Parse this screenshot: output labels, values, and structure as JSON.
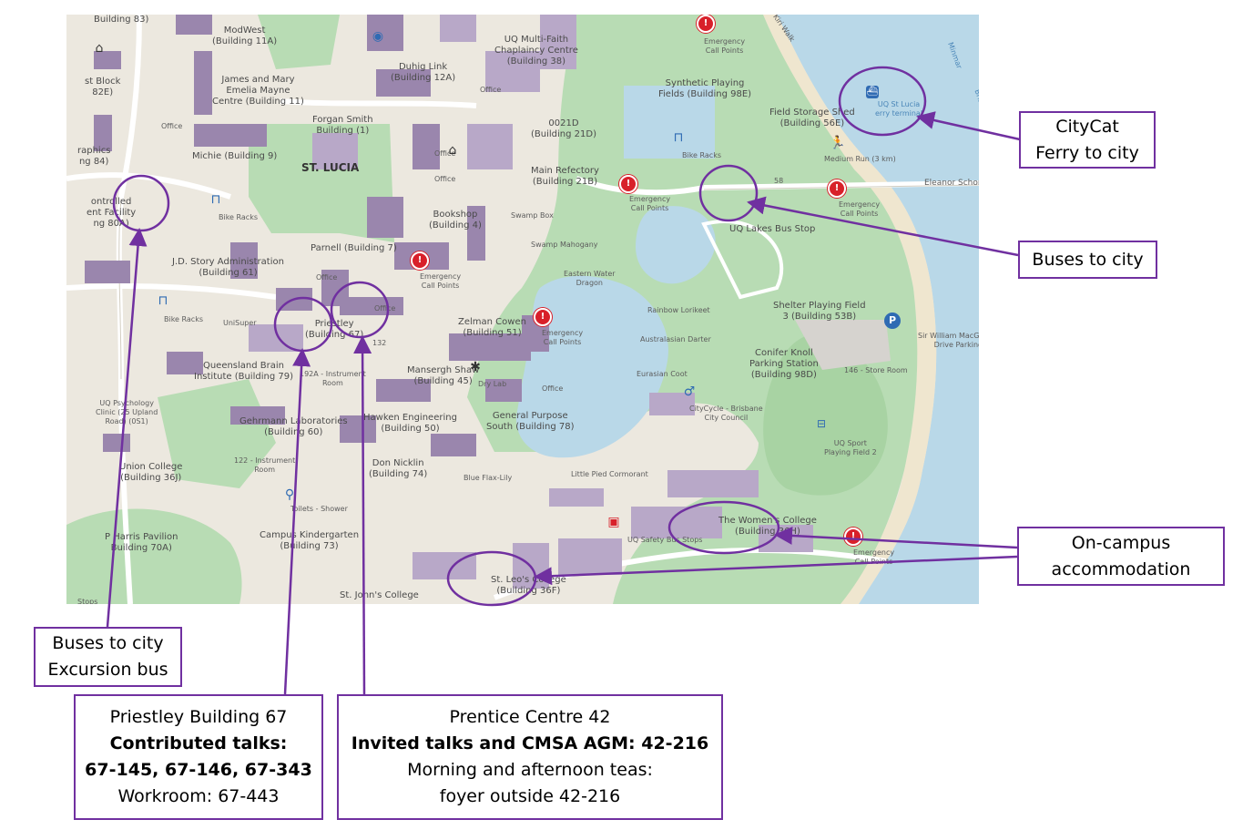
{
  "map": {
    "campus_label": "St. Lucia",
    "buildings": [
      {
        "id": "b83",
        "text": "Building 83)"
      },
      {
        "id": "modwest",
        "text": "ModWest\n(Building 11A)"
      },
      {
        "id": "faith",
        "text": "UQ Multi-Faith\nChaplaincy Centre\n(Building 38)"
      },
      {
        "id": "duhig",
        "text": "Duhig Link\n(Building 12A)"
      },
      {
        "id": "westblock",
        "text": "st Block\n 82E)"
      },
      {
        "id": "mayne",
        "text": "James and Mary\nEmelia Mayne\nCentre (Building 11)"
      },
      {
        "id": "synthetic",
        "text": "Synthetic Playing\nFields (Building 98E)"
      },
      {
        "id": "forgan",
        "text": "Forgan Smith\nBuilding (1)"
      },
      {
        "id": "b21d",
        "text": "0021D\n(Building 21D)"
      },
      {
        "id": "fieldstorage",
        "text": "Field Storage Shed\n(Building 56E)"
      },
      {
        "id": "graphics",
        "text": "raphics\nng 84)"
      },
      {
        "id": "michie",
        "text": "Michie (Building 9)"
      },
      {
        "id": "refectory",
        "text": "Main Refectory\n(Building 21B)"
      },
      {
        "id": "controlled",
        "text": "ontrolled\nent Facility\nng 80A)"
      },
      {
        "id": "bookshop",
        "text": "Bookshop\n(Building 4)"
      },
      {
        "id": "lakesbus",
        "text": "UQ Lakes Bus Stop"
      },
      {
        "id": "parnell",
        "text": "Parnell (Building 7)"
      },
      {
        "id": "jdstory",
        "text": "J.D. Story Administration\n(Building 61)"
      },
      {
        "id": "shelter",
        "text": "Shelter Playing Field\n3 (Building 53B)"
      },
      {
        "id": "priestley",
        "text": "Priestley\n(Building 67)"
      },
      {
        "id": "zelman",
        "text": "Zelman Cowen\n(Building 51)"
      },
      {
        "id": "conifer",
        "text": "Conifer Knoll\nParking Station\n(Building 98D)"
      },
      {
        "id": "qbi",
        "text": "Queensland Brain\nInstitute (Building 79)"
      },
      {
        "id": "mansergh",
        "text": "Mansergh Shaw\n(Building 45)"
      },
      {
        "id": "gehrmann",
        "text": "Gehrmann Laboratories\n(Building 60)"
      },
      {
        "id": "hawken",
        "text": "Hawken Engineering\n(Building 50)"
      },
      {
        "id": "gpsouth",
        "text": "General Purpose\nSouth (Building 78)"
      },
      {
        "id": "union",
        "text": "Union College\n(Building 36J)"
      },
      {
        "id": "donnicklin",
        "text": "Don Nicklin\n(Building 74)"
      },
      {
        "id": "womens",
        "text": "The Women's College\n(Building 36H)"
      },
      {
        "id": "harris",
        "text": "P Harris Pavilion\nBuilding 70A)"
      },
      {
        "id": "kinder",
        "text": "Campus Kindergarten\n(Building 73)"
      },
      {
        "id": "stleos",
        "text": "St. Leo's College\n(Building 36F)"
      },
      {
        "id": "stjohns",
        "text": "St. John's College"
      }
    ],
    "small_labels": [
      {
        "id": "office1",
        "text": "Office"
      },
      {
        "id": "office2",
        "text": "Office"
      },
      {
        "id": "office3",
        "text": "Office"
      },
      {
        "id": "office4",
        "text": "Office"
      },
      {
        "id": "office5",
        "text": "Office"
      },
      {
        "id": "office6",
        "text": "Office"
      },
      {
        "id": "office7",
        "text": "Office"
      },
      {
        "id": "ecp1",
        "text": "Emergency\nCall Points"
      },
      {
        "id": "ecp2",
        "text": "Emergency\nCall Points"
      },
      {
        "id": "ecp3",
        "text": "Emergency\nCall Points"
      },
      {
        "id": "ecp4",
        "text": "Emergency\nCall Points"
      },
      {
        "id": "ecp5",
        "text": "Emergency\nCall Points"
      },
      {
        "id": "ecp6",
        "text": "Emergency\nCall Points"
      },
      {
        "id": "bike1",
        "text": "Bike Racks"
      },
      {
        "id": "bike2",
        "text": "Bike Racks"
      },
      {
        "id": "bike3",
        "text": "Bike Racks"
      },
      {
        "id": "swampbox",
        "text": "Swamp Box"
      },
      {
        "id": "swampmah",
        "text": "Swamp Mahogany"
      },
      {
        "id": "dragon",
        "text": "Eastern Water\nDragon"
      },
      {
        "id": "lorikeet",
        "text": "Rainbow Lorikeet"
      },
      {
        "id": "darter",
        "text": "Australasian Darter"
      },
      {
        "id": "coot",
        "text": "Eurasian Coot"
      },
      {
        "id": "cormorant",
        "text": "Little Pied Cormorant"
      },
      {
        "id": "flaxlily",
        "text": "Blue Flax-Lily"
      },
      {
        "id": "citycycle",
        "text": "CityCycle - Brisbane\nCity Council"
      },
      {
        "id": "uqsport",
        "text": "UQ Sport\nPlaying Field 2"
      },
      {
        "id": "storeroom",
        "text": "146 - Store Room"
      },
      {
        "id": "macgregor",
        "text": "Sir William MacGregor\nDrive Parking"
      },
      {
        "id": "mediumrun",
        "text": "Medium Run (3 km)"
      },
      {
        "id": "bridge",
        "text": "Eleanor Schonell Bridge"
      },
      {
        "id": "route58",
        "text": "58"
      },
      {
        "id": "safetybus",
        "text": "UQ Safety Bus Stops"
      },
      {
        "id": "unisuper",
        "text": "UniSuper"
      },
      {
        "id": "instr1",
        "text": "192A - Instrument\nRoom"
      },
      {
        "id": "instr2",
        "text": "122 - Instrument\nRoom"
      },
      {
        "id": "psych",
        "text": "UQ Psychology\nClinic (25 Upland\nRoad) (0S1)"
      },
      {
        "id": "toilets",
        "text": "Toilets - Shower"
      },
      {
        "id": "drylab",
        "text": "Dry Lab"
      },
      {
        "id": "n132",
        "text": "132"
      },
      {
        "id": "stops",
        "text": "Stops"
      },
      {
        "id": "ferry",
        "text": "UQ St Lucia\nerry terminal"
      },
      {
        "id": "river",
        "text": "Brisbane River"
      },
      {
        "id": "minmar",
        "text": "Minmar"
      },
      {
        "id": "walk",
        "text": "Kiri Walk"
      }
    ]
  },
  "callouts": {
    "citycat": {
      "line1": "CityCat",
      "line2": "Ferry to city"
    },
    "buses_city": {
      "line1": "Buses to city"
    },
    "accommodation": {
      "line1": "On-campus",
      "line2": "accommodation"
    },
    "buses_excursion": {
      "line1": "Buses to city",
      "line2": "Excursion bus"
    },
    "priestley": {
      "line1": "Priestley Building 67",
      "line2": "Contributed talks:",
      "line3": "67-145, 67-146, 67-343",
      "line4": "Workroom: 67-443"
    },
    "prentice": {
      "line1": "Prentice Centre 42",
      "line2": "Invited talks and CMSA AGM: 42-216",
      "line3": "Morning and afternoon teas:",
      "line4": "foyer outside 42-216"
    }
  },
  "icons": [
    "emergency-pin-icon",
    "bike-rack-icon",
    "parking-icon",
    "bus-icon",
    "cycle-icon",
    "runner-icon",
    "ferry-icon",
    "toilet-icon",
    "sports-field-icon",
    "lab-icon",
    "stairs-icon"
  ],
  "colors": {
    "accent": "#7030a0",
    "water": "#b9d8e8",
    "park": "#b8dcb4",
    "building": "#9a86ad",
    "land": "#ece8df",
    "road": "#ffffff",
    "emergency": "#d8202a",
    "icon_blue": "#2f6bb3"
  }
}
